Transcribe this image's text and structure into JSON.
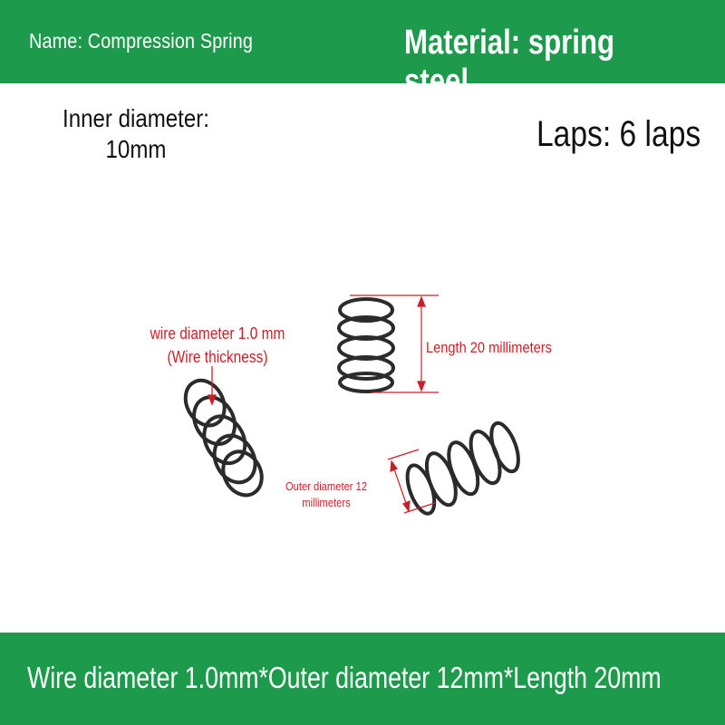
{
  "header": {
    "name_label": "Name: Compression Spring",
    "material_label": "Material: spring steel"
  },
  "specs": {
    "inner_diameter_line1": "Inner diameter:",
    "inner_diameter_line2": "10mm",
    "laps": "Laps: 6 laps"
  },
  "annotations": {
    "wire_diameter_line1": "wire diameter 1.0 mm",
    "wire_diameter_line2": "(Wire thickness)",
    "length": "Length 20 millimeters",
    "outer_diameter_line1": "Outer diameter 12",
    "outer_diameter_line2": "millimeters"
  },
  "footer": {
    "summary": "Wire diameter 1.0mm*Outer diameter 12mm*Length 20mm"
  },
  "colors": {
    "band_green": "#1e9a4c",
    "annotation_red": "#c8202a",
    "spring_steel": "#2b2b2b"
  }
}
